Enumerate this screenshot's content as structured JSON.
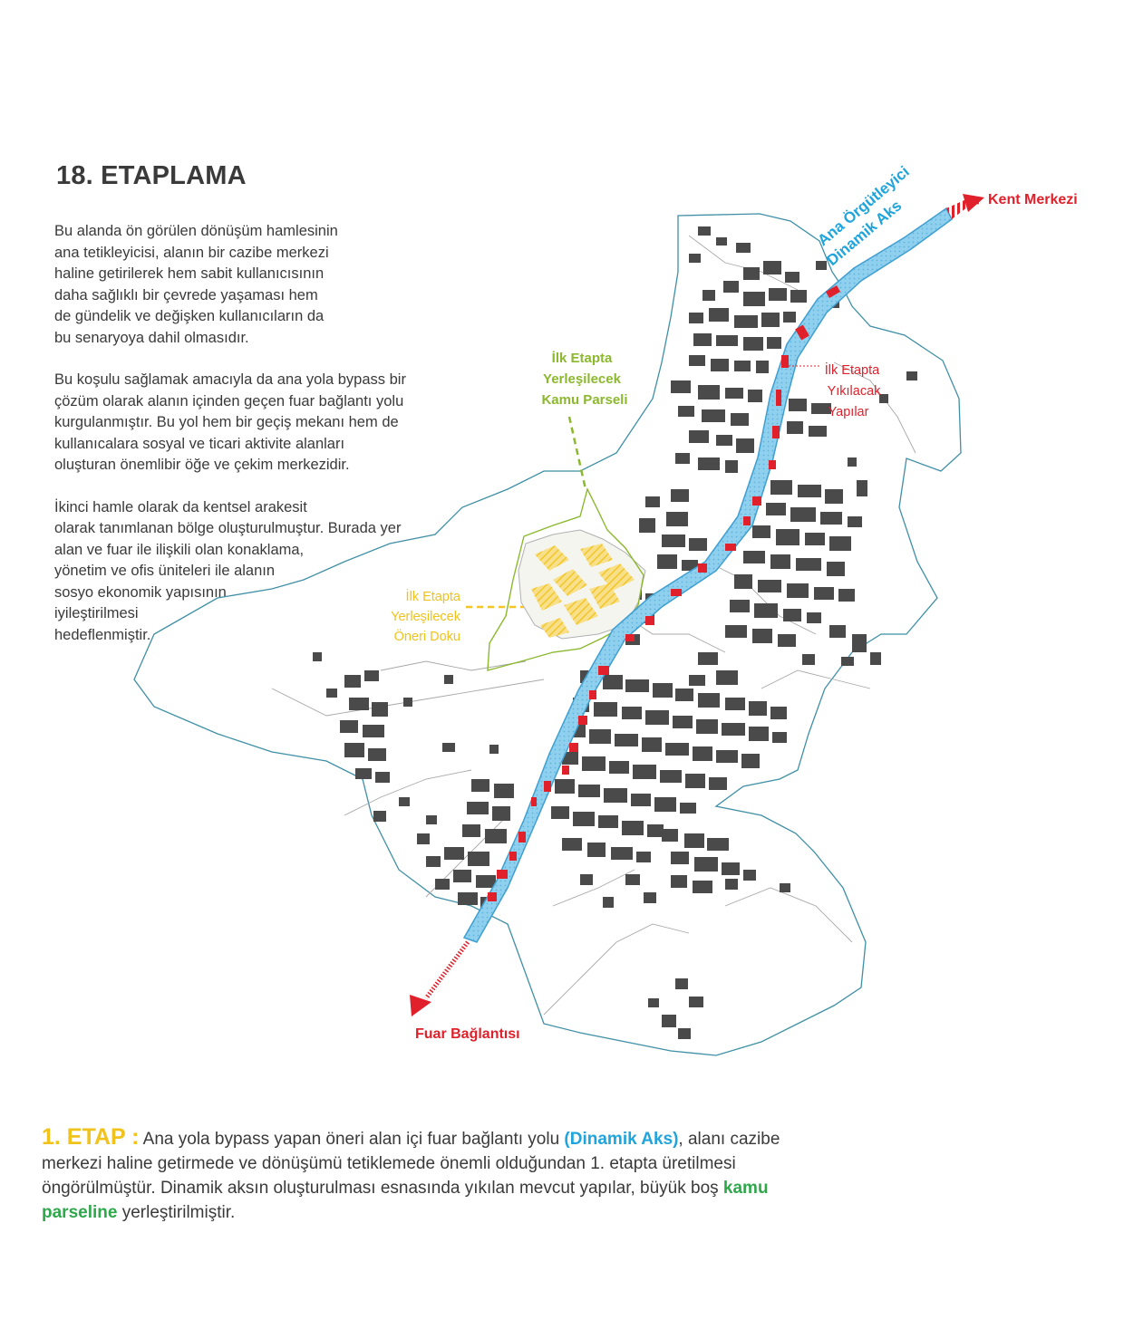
{
  "page": {
    "title": "18. ETAPLAMA",
    "intro_lines_p1": [
      "Bu alanda ön görülen dönüşüm hamlesinin",
      "ana tetikleyicisi, alanın bir cazibe merkezi",
      "haline getirilerek hem sabit kullanıcısının",
      "daha sağlıklı bir çevrede yaşaması hem",
      "de gündelik ve değişken kullanıcıların da",
      "bu senaryoya dahil olmasıdır."
    ],
    "intro_lines_p2": [
      "Bu koşulu sağlamak amacıyla da ana yola bypass bir",
      "çözüm olarak alanın içinden geçen fuar bağlantı yolu",
      "kurgulanmıştır. Bu yol hem bir geçiş mekanı hem de",
      "kullanıcalara sosyal ve ticari aktivite alanları",
      "oluşturan önemlibir öğe ve çekim merkezidir."
    ],
    "intro_lines_p3": [
      "İkinci hamle olarak da kentsel arakesit",
      "olarak tanımlanan bölge oluşturulmuştur. Burada yer",
      "alan ve fuar ile ilişkili olan konaklama,",
      "yönetim ve ofis üniteleri ile alanın",
      "sosyo ekonomik yapısının",
      "iyileştirilmesi",
      "hedeflenmiştir."
    ]
  },
  "map": {
    "labels": {
      "axis_line1": "Ana Örgütleyici",
      "axis_line2": "Dinamik Aks",
      "kent_merkezi": "Kent Merkezi",
      "fuar_baglantisi": "Fuar Bağlantısı",
      "kamu_parseli": [
        "İlk Etapta",
        "Yerleşilecek",
        "Kamu Parseli"
      ],
      "yikilacak": [
        "İlk Etapta",
        "Yıkılacak",
        "Yapılar"
      ],
      "oneri_doku": [
        "İlk Etapta",
        "Yerleşilecek",
        "Öneri Doku"
      ]
    },
    "colors": {
      "boundary": "#3f8fa6",
      "buildings": "#4a4a4a",
      "axis": "#7fc8ea",
      "axis_label": "#1fa4dc",
      "demolition": "#e0202a",
      "kamu_parseli": "#8cb82e",
      "oneri_doku": "#f2c62a",
      "streets": "#9a9a9a"
    }
  },
  "bottom": {
    "etap_label": "1. ETAP :",
    "line1_a": "Ana yola bypass yapan öneri alan içi fuar bağlantı yolu",
    "line1_aks": "(Dinamik Aks)",
    "line1_b": ", alanı cazibe",
    "line2": "merkezi haline getirmede ve dönüşümü tetiklemede önemli olduğundan 1. etapta üretilmesi",
    "line3_a": "öngörülmüştür. Dinamik aksın oluşturulması esnasında yıkılan mevcut yapılar, büyük boş",
    "line3_kamu": "kamu",
    "line4_kamu": "parseline",
    "line4_b": " yerleştirilmiştir."
  }
}
